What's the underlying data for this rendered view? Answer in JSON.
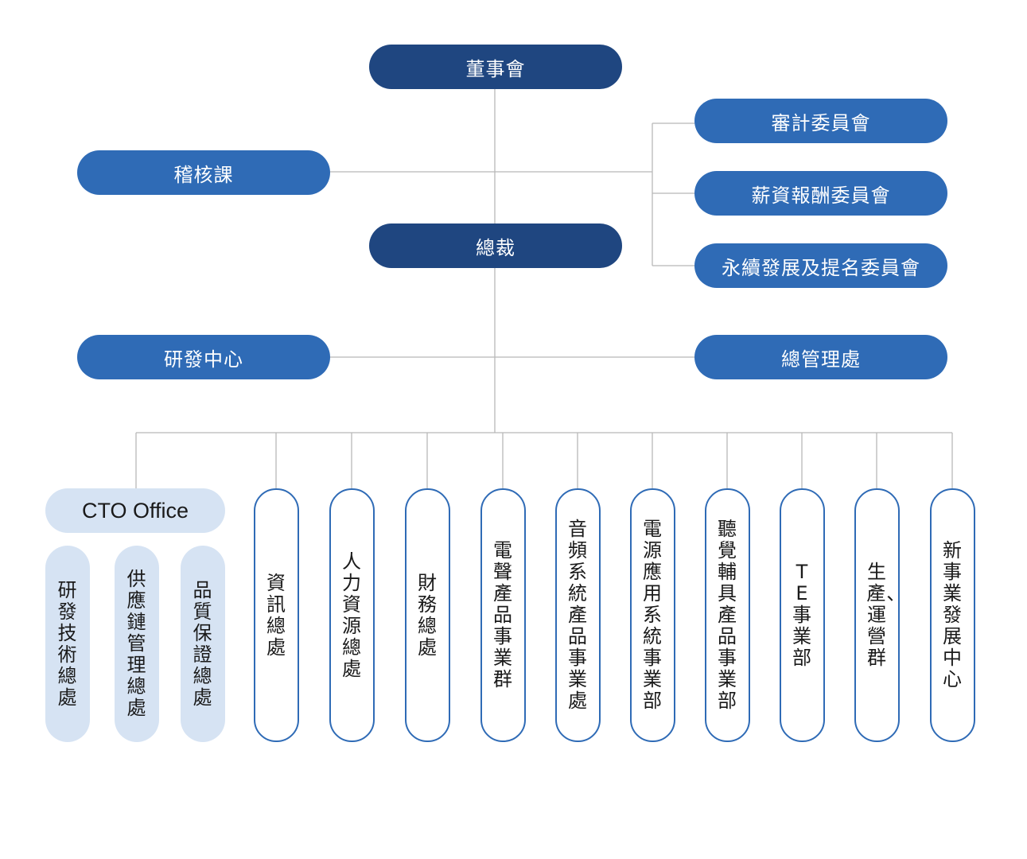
{
  "chart": {
    "board": "董事會",
    "audit_committee": "審計委員會",
    "compensation_committee": "薪資報酬委員會",
    "sustainability_committee": "永續發展及提名委員會",
    "audit_section": "稽核課",
    "president": "總裁",
    "rd_center": "研發中心",
    "general_management": "總管理處",
    "cto_office": "CTO Office",
    "cto_units": [
      "研發技術總處",
      "供應鏈管理總處",
      "品質保證總處"
    ],
    "divisions": [
      "資訊總處",
      "人力資源總處",
      "財務總處",
      "電聲產品事業群",
      "音頻系統產品事業處",
      "電源應用系統事業部",
      "聽覺輔具產品事業部",
      "TE事業部",
      "生產、運營群",
      "新事業發展中心"
    ]
  },
  "colors": {
    "dark_node": "#1f4680",
    "mid_node": "#2f6bb6",
    "light_node": "#d6e3f3",
    "outline_border": "#2f6bb6",
    "connector": "#b8b8b8"
  }
}
